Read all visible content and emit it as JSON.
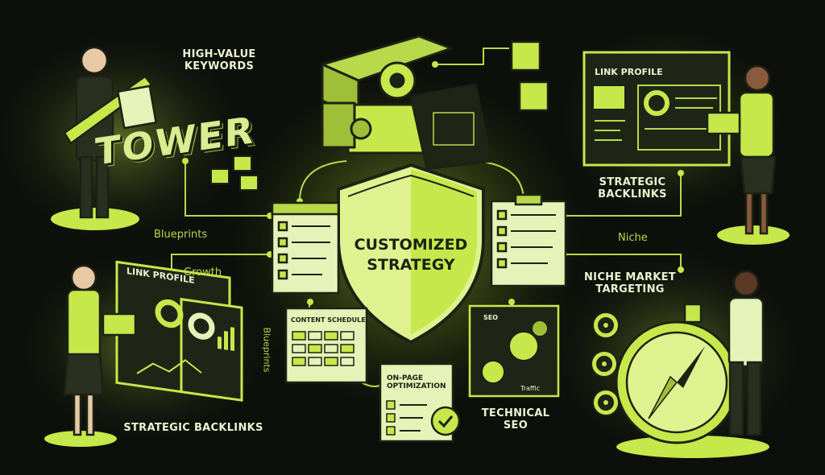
{
  "center": {
    "title_line1": "CUSTOMIZED",
    "title_line2": "STRATEGY"
  },
  "labels": {
    "high_value_keywords": "HIGH-VALUE\nKEYWORDS",
    "tower": "TOWER",
    "blueprints_left": "Blueprints",
    "growth": "Growth",
    "strategic_backlinks_right": "STRATEGIC\nBACKLINKS",
    "niche": "Niche",
    "niche_market_targeting": "NICHE MARKET\nTARGETING",
    "strategic_backlinks_bottom": "STRATEGIC BACKLINKS",
    "technical_seo": "TECHNICAL\nSEO",
    "blueprints_vertical": "Blueprints"
  },
  "panels": {
    "link_profile_right": "LINK PROFILE",
    "link_profile_left": "LINK PROFILE",
    "content_schedule": "CONTENT SCHEDULE",
    "on_page_optimization": "ON-PAGE\nOPTIMIZATION",
    "tech_seo_tag": "SEO",
    "traffic": "Traffic"
  },
  "colors": {
    "accent": "#c6e84a",
    "background": "#0d0f0b",
    "ink": "#1d2214"
  }
}
